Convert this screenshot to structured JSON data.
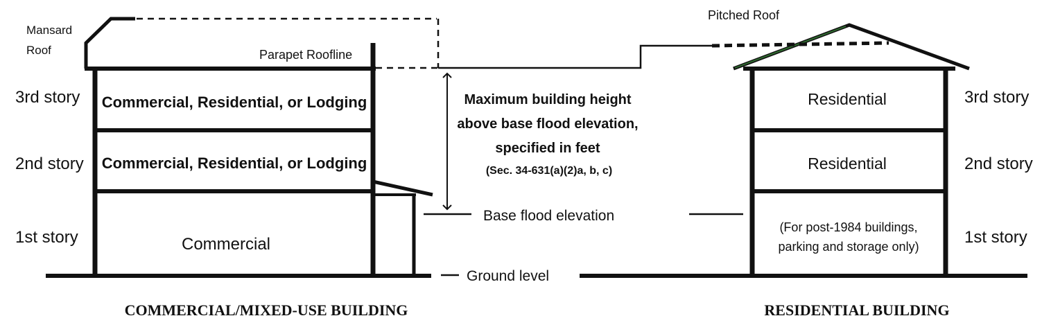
{
  "roofs": {
    "mansard": [
      "Mansard",
      "Roof"
    ],
    "parapet": "Parapet Roofline",
    "pitched": "Pitched Roof"
  },
  "commercial_building": {
    "stories": {
      "third": "3rd story",
      "second": "2nd story",
      "first": "1st story"
    },
    "uses": {
      "third": "Commercial, Residential, or Lodging",
      "second": "Commercial, Residential, or Lodging",
      "first": "Commercial"
    },
    "caption": "COMMERCIAL/MIXED-USE BUILDING"
  },
  "height_note": {
    "lines": [
      "Maximum building height",
      "above base flood elevation,",
      "specified in feet"
    ],
    "citation": "(Sec. 34-631(a)(2)a, b, c)"
  },
  "levels": {
    "base_flood": "Base flood elevation",
    "ground": "Ground level"
  },
  "residential_building": {
    "stories": {
      "third": "3rd story",
      "second": "2nd story",
      "first": "1st story"
    },
    "uses": {
      "third": "Residential",
      "second": "Residential",
      "first": [
        "(For post-1984 buildings,",
        "parking and storage only)"
      ]
    },
    "caption": "RESIDENTIAL BUILDING"
  }
}
